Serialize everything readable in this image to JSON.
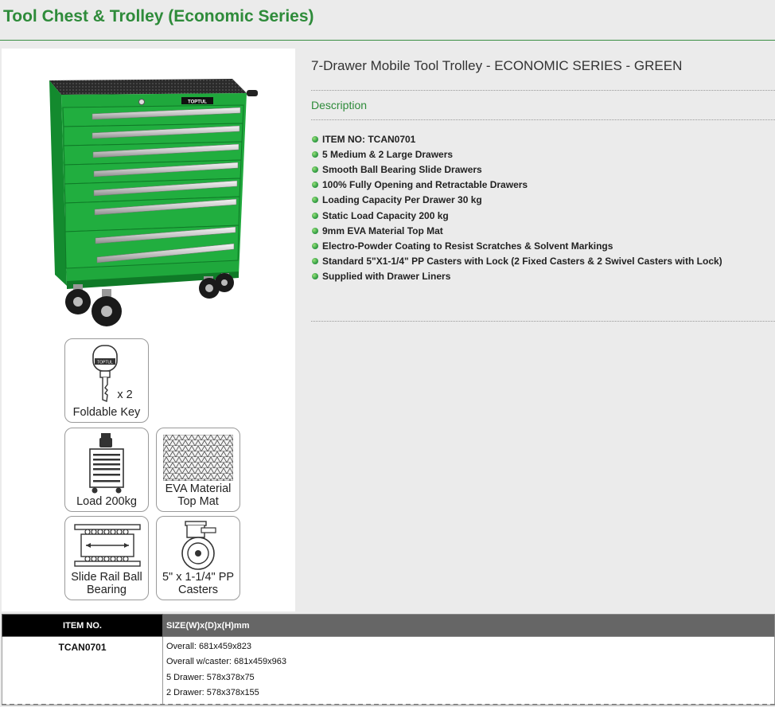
{
  "page": {
    "title": "Tool Chest & Trolley (Economic Series)"
  },
  "product": {
    "title": "7-Drawer Mobile Tool Trolley - ECONOMIC SERIES - GREEN",
    "description_heading": "Description",
    "features": [
      "ITEM NO: TCAN0701",
      "5 Medium & 2 Large Drawers",
      "Smooth Ball Bearing Slide Drawers",
      "100% Fully Opening and Retractable Drawers",
      "Loading Capacity Per Drawer 30 kg",
      "Static Load Capacity 200 kg",
      "9mm EVA Material Top Mat",
      "Electro-Powder Coating to Resist Scratches & Solvent Markings",
      "Standard 5\"X1-1/4\" PP Casters with Lock (2 Fixed Casters & 2 Swivel Casters with Lock)",
      "Supplied with Drawer Liners"
    ],
    "brand_plate": "TOPTUL"
  },
  "badges": {
    "key": {
      "count": "x 2",
      "label": "Foldable Key"
    },
    "load": {
      "label": "Load 200kg"
    },
    "mat": {
      "line1": "EVA Material",
      "line2": "Top Mat"
    },
    "rail": {
      "line1": "Slide Rail Ball",
      "line2": "Bearing"
    },
    "caster": {
      "line1": "5\" x 1-1/4\" PP",
      "line2": "Casters"
    }
  },
  "spec_table": {
    "headers": {
      "item": "ITEM NO.",
      "size": "SIZE(W)x(D)x(H)mm"
    },
    "rows": [
      {
        "item": "TCAN0701",
        "sizes": [
          "Overall: 681x459x823",
          "Overall w/caster: 681x459x963",
          "5 Drawer: 578x378x75",
          "2 Drawer: 578x378x155"
        ]
      }
    ]
  },
  "colors": {
    "brand_green": "#2e8b3a",
    "trolley_green": "#1fa83c"
  }
}
